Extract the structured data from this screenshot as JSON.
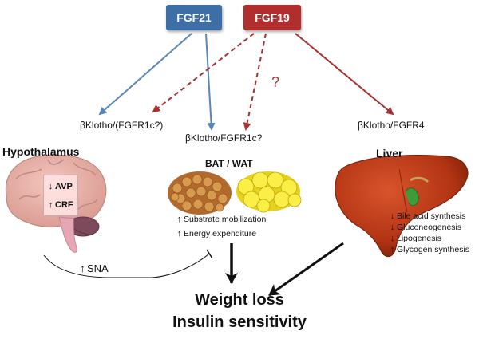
{
  "colors": {
    "fgf21": "#3d6fa6",
    "fgf19": "#b02e2e",
    "arrow_fgf21": "#5a86b5",
    "arrow_fgf19": "#a73232",
    "text": "#111111"
  },
  "ligands": {
    "fgf21": "FGF21",
    "fgf19": "FGF19"
  },
  "receptors": {
    "left": "βKlotho/(FGFR1c?)",
    "middle": "βKlotho/FGFR1c?",
    "right": "βKlotho/FGFR4",
    "unknown_mark": "?"
  },
  "tissues": {
    "hypothalamus": {
      "title": "Hypothalamus",
      "markers": [
        {
          "direction": "down",
          "label": "AVP"
        },
        {
          "direction": "up",
          "label": "CRF"
        }
      ],
      "sna": {
        "direction": "up",
        "label": "SNA"
      }
    },
    "adipose": {
      "title": "BAT / WAT",
      "effects": [
        {
          "direction": "up",
          "label": "Substrate mobilization"
        },
        {
          "direction": "up",
          "label": "Energy expenditure"
        }
      ]
    },
    "liver": {
      "title": "Liver",
      "effects": [
        {
          "direction": "down",
          "label": "Bile acid synthesis"
        },
        {
          "direction": "down",
          "label": "Gluconeogenesis"
        },
        {
          "direction": "down",
          "label": "Lipogenesis"
        },
        {
          "direction": "up",
          "label": "Glycogen synthesis"
        }
      ]
    }
  },
  "outcomes": {
    "line1": "Weight loss",
    "line2": "Insulin sensitivity"
  }
}
